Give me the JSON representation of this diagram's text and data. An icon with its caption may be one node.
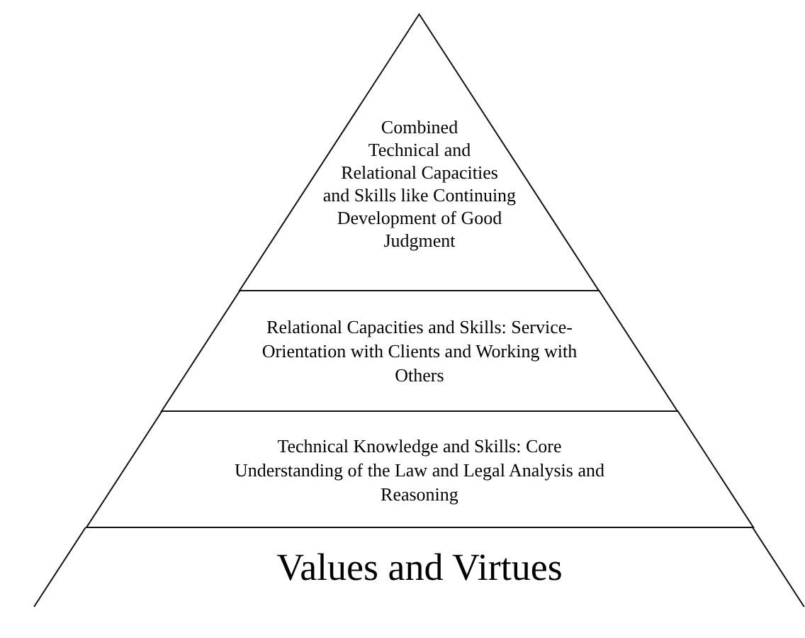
{
  "diagram": {
    "nodes": [
      {
        "text": [
          "Combined Technical and Relational Capacities and Skills like Continuing Development of Good Judgment"
        ]
      },
      {
        "text": [
          "Relational Capacities and Skills: Service-Orientation with Clients and Working with Others"
        ]
      },
      {
        "text": [
          "Technical Knowledge and Skills: Core Understanding of the Law and Legal Analysis and Reasoning"
        ]
      },
      {
        "text": [
          "Values and Virtues"
        ]
      }
    ]
  }
}
